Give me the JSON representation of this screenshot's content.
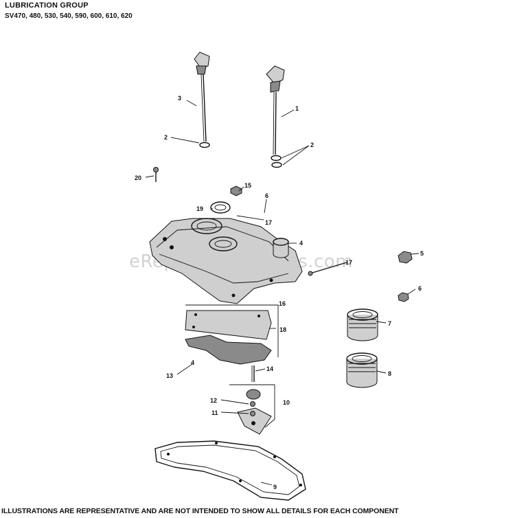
{
  "header": {
    "title": "LUBRICATION GROUP",
    "subtitle": "SV470, 480, 530, 540, 590, 600, 610, 620"
  },
  "footer": "ILLUSTRATIONS ARE REPRESENTATIVE AND ARE NOT INTENDED TO SHOW ALL DETAILS FOR EACH COMPONENT",
  "watermark": "eReplacementParts.com",
  "callouts": {
    "c1": "1",
    "c2a": "2",
    "c2b": "2",
    "c3": "3",
    "c4a": "4",
    "c4b": "4",
    "c5": "5",
    "c6a": "6",
    "c6b": "6",
    "c7": "7",
    "c8": "8",
    "c9": "9",
    "c10": "10",
    "c11": "11",
    "c12": "12",
    "c13": "13",
    "c14": "14",
    "c15": "15",
    "c16": "16",
    "c17a": "17",
    "c17b": "17",
    "c18": "18",
    "c19": "19",
    "c20": "20"
  }
}
